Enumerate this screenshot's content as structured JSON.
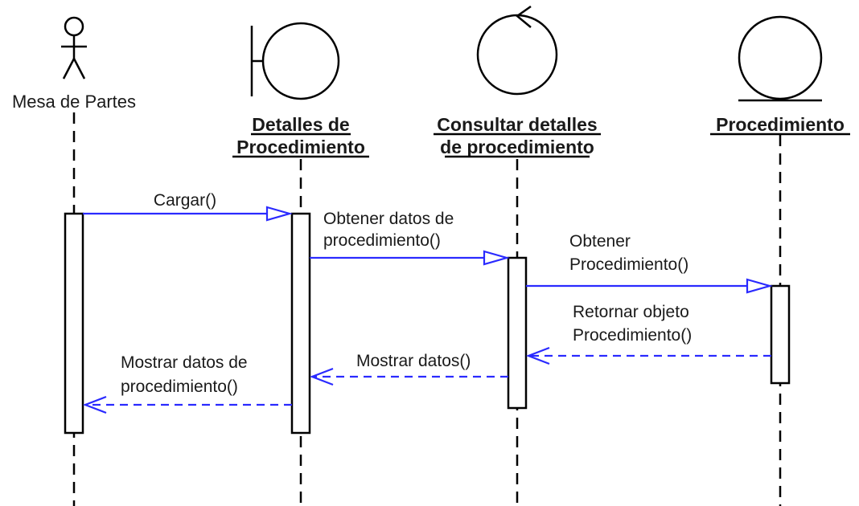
{
  "lifelines": {
    "actor": {
      "label": "Mesa de Partes"
    },
    "boundary": {
      "line1": "Detalles de",
      "line2": "Procedimiento"
    },
    "control": {
      "line1": "Consultar detalles",
      "line2": "de procedimiento"
    },
    "entity": {
      "line1": "Procedimiento"
    }
  },
  "messages": {
    "m1": {
      "line1": "Cargar()"
    },
    "m2": {
      "line1": "Obtener datos de",
      "line2": "procedimiento()"
    },
    "m3": {
      "line1": "Obtener",
      "line2": "Procedimiento()"
    },
    "m4": {
      "line1": "Retornar objeto",
      "line2": "Procedimiento()"
    },
    "m5": {
      "line1": "Mostrar datos()"
    },
    "m6": {
      "line1": "Mostrar datos de",
      "line2": "procedimiento()"
    }
  },
  "colors": {
    "message": "#2a2aff",
    "outline": "#000000",
    "background": "#ffffff"
  }
}
